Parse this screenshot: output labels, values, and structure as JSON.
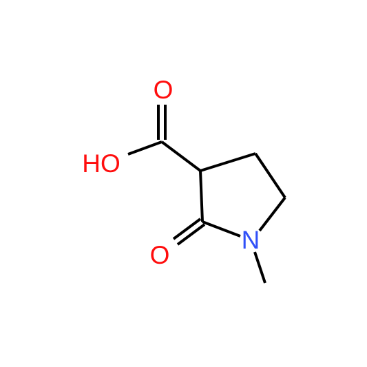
{
  "molecule": {
    "atoms": {
      "carbonyl_oxygen_acid": {
        "symbol": "O",
        "color": "#ff0d0d"
      },
      "hydroxyl": {
        "symbol": "HO",
        "color": "#ff0d0d"
      },
      "ring_nitrogen": {
        "symbol": "N",
        "color": "#3050f8"
      },
      "lactam_oxygen": {
        "symbol": "O",
        "color": "#ff0d0d"
      }
    },
    "bond_color": "#000000"
  }
}
